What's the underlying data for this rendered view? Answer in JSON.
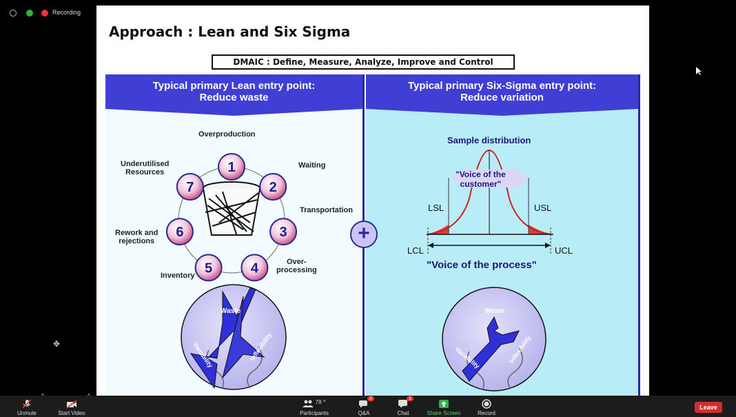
{
  "status": {
    "recording_label": "Recording"
  },
  "slide": {
    "title": "Approach : Lean and Six Sigma",
    "dmaic": "DMAIC : Define, Measure, Analyze, Improve and Control",
    "left": {
      "banner_line1": "Typical primary Lean entry point:",
      "banner_line2": "Reduce waste",
      "wastes": [
        {
          "num": "1",
          "label": "Overproduction"
        },
        {
          "num": "2",
          "label": "Waiting"
        },
        {
          "num": "3",
          "label": "Transportation"
        },
        {
          "num": "4",
          "label_line1": "Over-",
          "label_line2": "processing"
        },
        {
          "num": "5",
          "label": "Inventory"
        },
        {
          "num": "6",
          "label_line1": "Rework and",
          "label_line2": "rejections"
        },
        {
          "num": "7",
          "label_line1": "Underutilised",
          "label_line2": "Resources"
        }
      ],
      "puzzle": {
        "waste": "Waste",
        "variability": "Variability",
        "inflexibility": "Inflexibility"
      }
    },
    "right": {
      "banner_line1": "Typical primary Six-Sigma entry point:",
      "banner_line2": "Reduce variation",
      "sample_distribution": "Sample distribution",
      "voc_line1": "\"Voice of the",
      "voc_line2": "customer\"",
      "lsl": "LSL",
      "usl": "USL",
      "lcl": "LCL",
      "ucl": "UCL",
      "vop": "\"Voice of the process\"",
      "puzzle": {
        "waste": "Waste",
        "variability": "Variability",
        "inflexibility": "Inflexibility"
      }
    },
    "plus_symbol": "+"
  },
  "toolbar": {
    "unmute": "Unmute",
    "start_video": "Start Video",
    "participants": "Participants",
    "participants_count": "78",
    "qa": "Q&A",
    "qa_badge": "2",
    "chat": "Chat",
    "chat_badge": "1",
    "share_screen": "Share Screen",
    "record": "Record",
    "leave": "Leave"
  },
  "colors": {
    "banner": "#3f3fd6",
    "bubble": "#e9aecd",
    "share_green": "#2ab24b",
    "leave_red": "#d12f2f"
  }
}
